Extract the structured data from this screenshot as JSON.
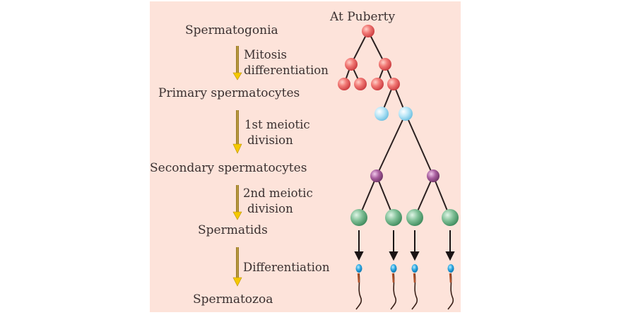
{
  "diagram": {
    "title": "At Puberty",
    "stages": [
      {
        "label": "Spermatogonia"
      },
      {
        "label": "Primary spermatocytes"
      },
      {
        "label": "Secondary spermatocytes"
      },
      {
        "label": "Spermatids"
      },
      {
        "label": "Spermatozoa"
      }
    ],
    "transitions": [
      {
        "line1": "Mitosis",
        "line2": "differentiation"
      },
      {
        "line1": "1st meiotic",
        "line2": "division"
      },
      {
        "line1": "2nd meiotic",
        "line2": "division"
      },
      {
        "line1": "Differentiation",
        "line2": ""
      }
    ],
    "colors": {
      "background": "#fde3da",
      "spermatogonia": "#f06b6b",
      "primary": "#aee0f5",
      "secondary": "#a45e9a",
      "spermatid": "#6fb088",
      "sperm_head": "#2aa6e0",
      "arrow": "#a88a2a",
      "arrow_head": "#f5c800"
    }
  }
}
